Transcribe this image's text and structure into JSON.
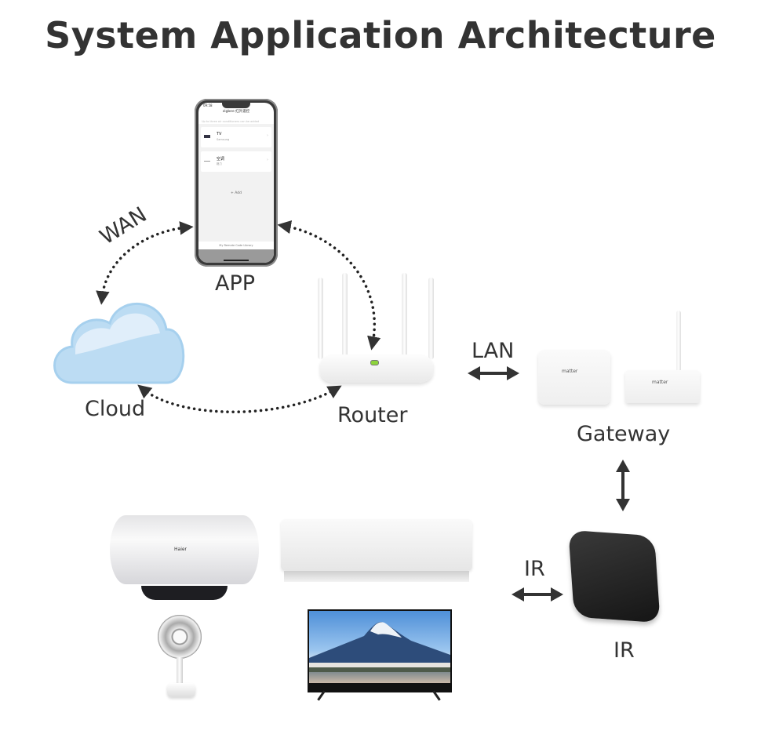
{
  "title": "System Application Architecture",
  "nodes": {
    "app": "APP",
    "cloud": "Cloud",
    "router": "Router",
    "gateway": "Gateway",
    "ir_device": "IR"
  },
  "connections": {
    "wan": "WAN",
    "lan": "LAN",
    "ir": "IR"
  },
  "phone_screen": {
    "status_time": "09:58",
    "header": "zigbee 红外遥控",
    "hint": "Up to three air conditioners can be added",
    "devices": [
      {
        "name": "TV",
        "brand": "Samsung"
      },
      {
        "name": "空调",
        "brand": "格力"
      }
    ],
    "add_label": "+ Add",
    "library_label": "My Remote Code Library"
  },
  "gateway_brand": "matter",
  "appliances": [
    "water-heater",
    "air-conditioner",
    "desk-fan",
    "television"
  ],
  "heater_brand": "Haier",
  "colors": {
    "text": "#333333",
    "cloud_fill": "#bcdcf3",
    "cloud_edge": "#9fcbea",
    "router_led": "#8dd33c",
    "ir_blaster": "#1c1c1c"
  }
}
